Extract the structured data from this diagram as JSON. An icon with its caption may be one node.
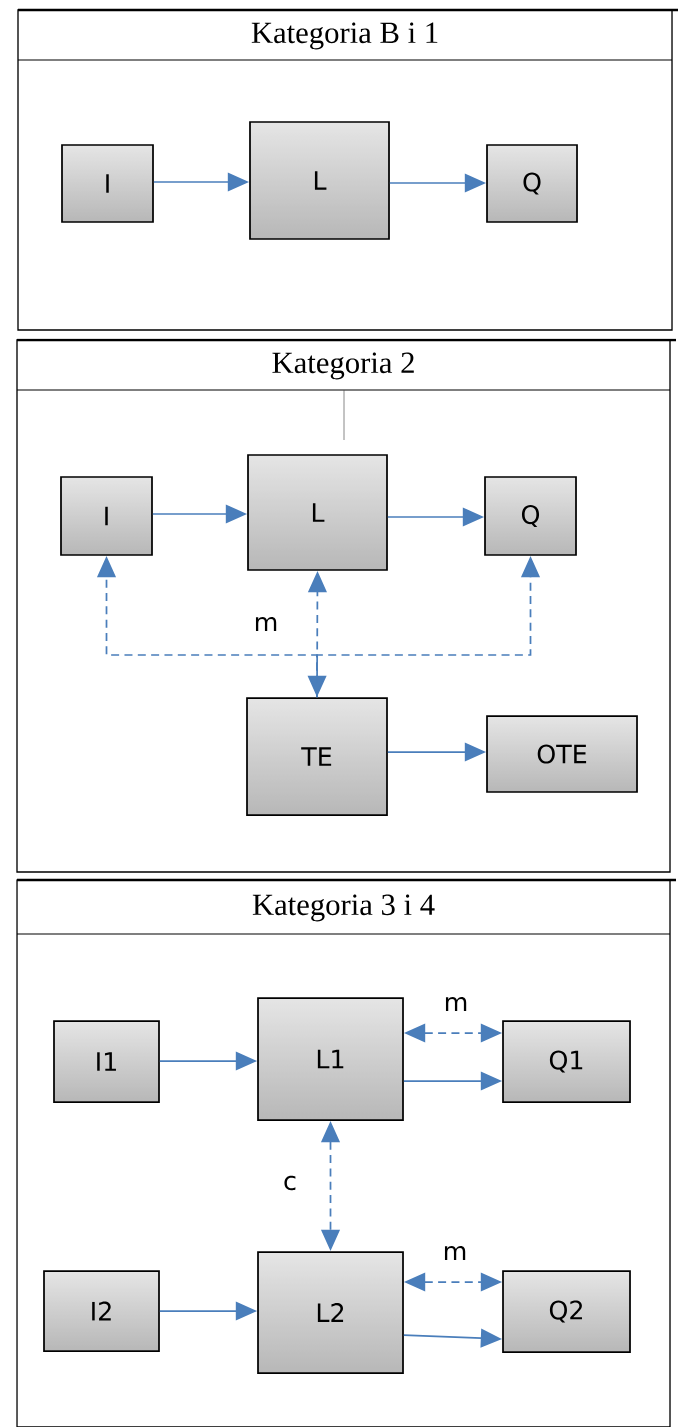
{
  "diagram": {
    "nodes": [
      {
        "text": [
          "Kategoria B i 1"
        ]
      },
      {
        "text": [
          "I"
        ],
        "in": 0
      },
      {
        "text": [
          "L"
        ],
        "in": 0
      },
      {
        "text": [
          "Q"
        ],
        "in": 0
      },
      {
        "text": [
          "Kategoria 2"
        ]
      },
      {
        "text": [
          "I"
        ],
        "in": 4
      },
      {
        "text": [
          "L"
        ],
        "in": 4
      },
      {
        "text": [
          "Q"
        ],
        "in": 4
      },
      {
        "text": [
          "TE"
        ],
        "in": 4
      },
      {
        "text": [
          "OTE"
        ],
        "in": 4
      },
      {
        "text": [
          "Kategoria 3 i 4"
        ]
      },
      {
        "text": [
          "I1"
        ],
        "in": 10
      },
      {
        "text": [
          "L1"
        ],
        "in": 10
      },
      {
        "text": [
          "Q1"
        ],
        "in": 10
      },
      {
        "text": [
          "I2"
        ],
        "in": 10
      },
      {
        "text": [
          "L2"
        ],
        "in": 10
      },
      {
        "text": [
          "Q2"
        ],
        "in": 10
      }
    ],
    "edges": [
      {
        "from": 1,
        "to": 2,
        "arrow": "to"
      },
      {
        "from": 2,
        "to": 3,
        "arrow": "to"
      },
      {
        "from": 5,
        "to": 6,
        "arrow": "to"
      },
      {
        "from": 6,
        "to": 7,
        "arrow": "to"
      },
      {
        "from": 8,
        "to": 5,
        "arrow": "to",
        "style": "dashed"
      },
      {
        "from": 8,
        "to": 6,
        "arrow": "both",
        "style": "dashed",
        "label": "m"
      },
      {
        "from": 8,
        "to": 7,
        "arrow": "to",
        "style": "dashed"
      },
      {
        "from": 8,
        "to": 9,
        "arrow": "to"
      },
      {
        "from": 11,
        "to": 12,
        "arrow": "to"
      },
      {
        "from": 12,
        "to": 13,
        "arrow": "both",
        "style": "dashed",
        "label": "m"
      },
      {
        "from": 12,
        "to": 13,
        "arrow": "to"
      },
      {
        "from": 12,
        "to": 15,
        "arrow": "both",
        "style": "dashed",
        "label": "c"
      },
      {
        "from": 14,
        "to": 15,
        "arrow": "to"
      },
      {
        "from": 15,
        "to": 16,
        "arrow": "both",
        "style": "dashed",
        "label": "m"
      },
      {
        "from": 15,
        "to": 16,
        "arrow": "to"
      }
    ]
  }
}
